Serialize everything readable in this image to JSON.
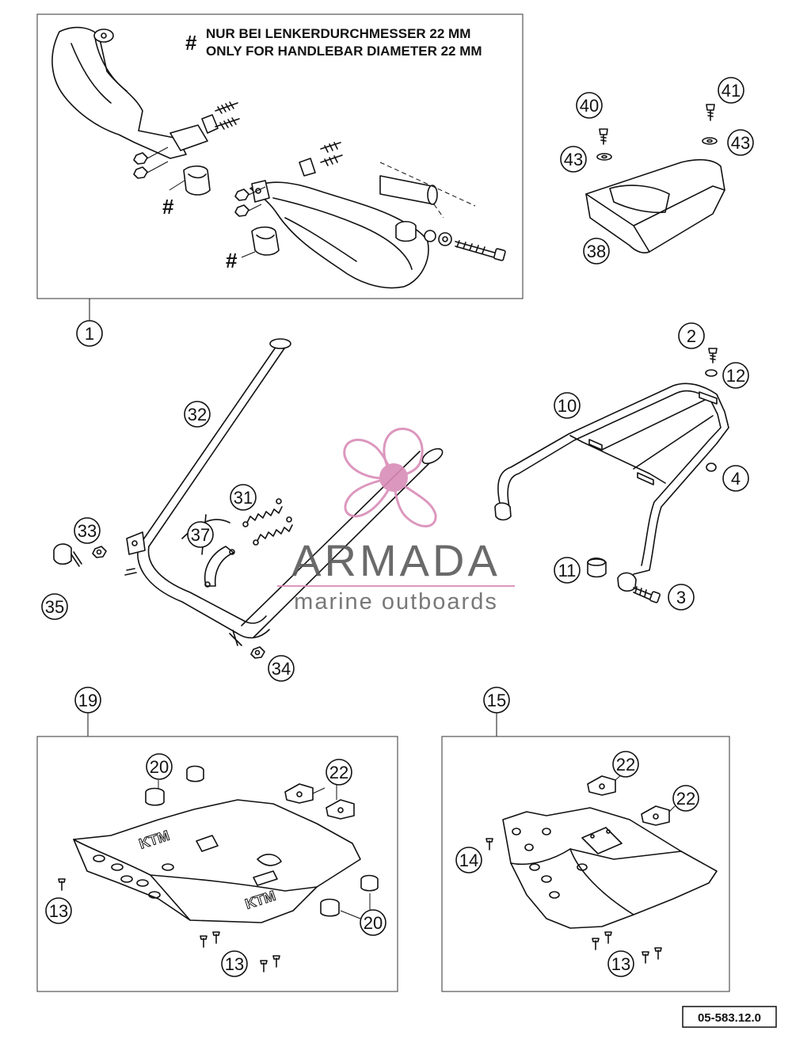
{
  "notes": {
    "de": "NUR BEI LENKERDURCHMESSER 22 MM",
    "en": "ONLY FOR HANDLEBAR DIAMETER 22 MM",
    "hash": "#"
  },
  "callouts": {
    "c1": "1",
    "c2": "2",
    "c3": "3",
    "c4": "4",
    "c10": "10",
    "c11": "11",
    "c12": "12",
    "c13a": "13",
    "c13b": "13",
    "c13c": "13",
    "c14": "14",
    "c15": "15",
    "c19": "19",
    "c20a": "20",
    "c20b": "20",
    "c22a": "22",
    "c22b": "22",
    "c22c": "22",
    "c31": "31",
    "c32": "32",
    "c33": "33",
    "c34": "34",
    "c35": "35",
    "c37": "37",
    "c38": "38",
    "c40": "40",
    "c41": "41",
    "c43a": "43",
    "c43b": "43"
  },
  "watermark": {
    "title": "ARMADA",
    "subtitle": "marine outboards",
    "color": "#d98cb8"
  },
  "reference": "05-583.12.0"
}
